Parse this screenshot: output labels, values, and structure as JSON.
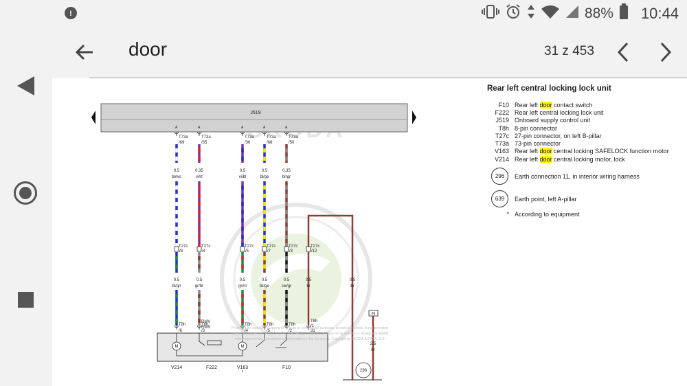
{
  "status_bar": {
    "left_icon": "no-notification-icon",
    "battery_pct": "88%",
    "time": "10:44"
  },
  "toolbar": {
    "query": "door",
    "counter": "31 z 453"
  },
  "legend": {
    "title": "Rear left central locking lock unit",
    "items": [
      {
        "code": "F10",
        "pre": "Rear left ",
        "hl": "door",
        "post": " contact switch"
      },
      {
        "code": "F222",
        "pre": "Rear left central locking lock unit",
        "hl": "",
        "post": ""
      },
      {
        "code": "J519",
        "pre": "Onboard supply control unit",
        "hl": "",
        "post": ""
      },
      {
        "code": "T8h",
        "pre": "8-pin connector",
        "hl": "",
        "post": ""
      },
      {
        "code": "T27c",
        "pre": "27-pin connector, on left B-pillar",
        "hl": "",
        "post": ""
      },
      {
        "code": "T73a",
        "pre": "73-pin connector",
        "hl": "",
        "post": ""
      },
      {
        "code": "V163",
        "pre": "Rear left ",
        "hl": "door",
        "post": " central locking SAFELOCK function motor"
      },
      {
        "code": "V214",
        "pre": "Rear left ",
        "hl": "door",
        "post": " central locking motor, lock"
      }
    ],
    "circles": [
      {
        "num": "296",
        "desc": "Earth connection 11, in interior wiring harness"
      },
      {
        "num": "639",
        "desc": "Earth point, left A-pillar"
      }
    ],
    "note": {
      "sym": "*",
      "desc": "According to equipment"
    }
  },
  "diagram": {
    "control_unit": "J519",
    "pin_letter": "A",
    "wires": [
      {
        "t73": "T73a",
        "t73_pin": "/69",
        "gauge_top": "0.5",
        "color_top": "bl/ws",
        "t27_pin": "/8",
        "gauge_bot": "0.5",
        "color_bot": "bl/gn",
        "t8_pin": "/6"
      },
      {
        "t73": "T73a",
        "t73_pin": "/35",
        "gauge_top": "0.35",
        "color_top": "vi/rt",
        "t27_pin": "/4",
        "gauge_bot": "0.5",
        "color_bot": "gr/br",
        "t8_pin": "/3"
      },
      {
        "t73": "T73a",
        "t73_pin": "/36",
        "gauge_top": "0.5",
        "color_top": "vi/bl",
        "t27_pin": "/5",
        "gauge_bot": "0.5",
        "color_bot": "gn/rt",
        "t8_pin": "/4"
      },
      {
        "t73": "T73a",
        "t73_pin": "/68",
        "gauge_top": "0.5",
        "color_top": "bl/ge",
        "t27_pin": "/7",
        "gauge_bot": "0.5",
        "color_bot": "br/ge",
        "t8_pin": "/5"
      },
      {
        "t73": "T73a",
        "t73_pin": "/50",
        "gauge_top": "0.35",
        "color_top": "br/gr",
        "t27_pin": "/3",
        "gauge_bot": "0.5",
        "color_bot": "sw/gr",
        "t8_pin": "/2"
      }
    ],
    "t27_label": "T27c",
    "t8_label": "T8h",
    "ground_wire": {
      "t27_pin": "/12",
      "gauge_bot": "0.5",
      "color_bot": "br",
      "t8_pin": "/1",
      "pin_suffix": "31"
    },
    "br_return": {
      "gauge": "0.5",
      "color": "br"
    },
    "rmv_labels": {
      "rmv": "RMV",
      "rms": "RMS"
    },
    "component_labels": {
      "v214": "V214",
      "f222": "F222",
      "v163": "V163",
      "f10": "F10"
    },
    "v163_mark": "*",
    "ground_block": {
      "num": "66",
      "gauge": "2.5",
      "color": "br",
      "circle": "296"
    },
    "watermark": "SKODA",
    "copyright_lines": [
      "Protected by copyright. Copying for private or commercial purposes, in part or in whole, is not permitted",
      "unless authorised by ŠKODA AUTO A. S. ŠKODA AUTO A. S. does not guarantee or accept any liability",
      "with respect to the correctness of information in this document. Copyright by ŠKODA AUTO A. S.®"
    ],
    "colors": {
      "blue": "#1f2fd0",
      "red": "#d8262c",
      "green": "#1e8a3c",
      "yellow": "#ffe800",
      "brown": "#8f3b32",
      "grey": "#8a8a8a",
      "violet": "#7d2f9a",
      "black": "#111111",
      "white": "#ffffff"
    }
  }
}
